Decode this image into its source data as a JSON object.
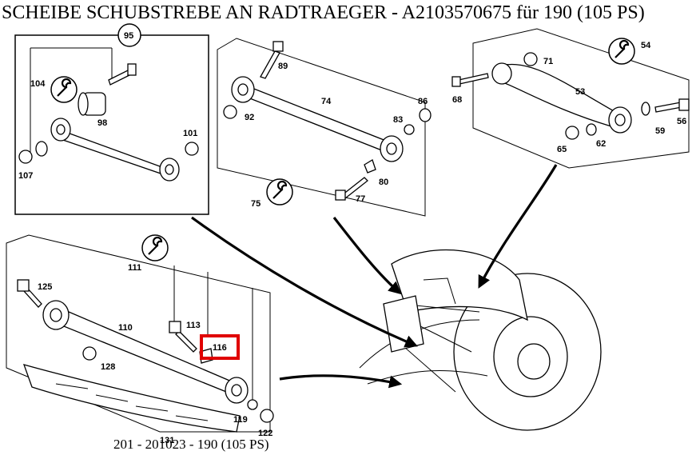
{
  "title": "SCHEIBE SCHUBSTREBE AN RADTRAEGER - A2103570675 für 190 (105 PS)",
  "footer": "201 - 201023 - 190 (105 PS)",
  "highlight_color": "#e00000",
  "callouts": {
    "p95": "95",
    "p104": "104",
    "p98": "98",
    "p101": "101",
    "p107": "107",
    "p89": "89",
    "p74": "74",
    "p92": "92",
    "p86": "86",
    "p83": "83",
    "p80": "80",
    "p77": "77",
    "p75": "75",
    "p54": "54",
    "p71": "71",
    "p68": "68",
    "p53": "53",
    "p59": "59",
    "p56": "56",
    "p65": "65",
    "p62": "62",
    "p111": "111",
    "p125": "125",
    "p110": "110",
    "p113": "113",
    "p116": "116",
    "p128": "128",
    "p119": "119",
    "p122": "122",
    "p131": "131"
  },
  "icons": [
    "wrench-icon"
  ]
}
